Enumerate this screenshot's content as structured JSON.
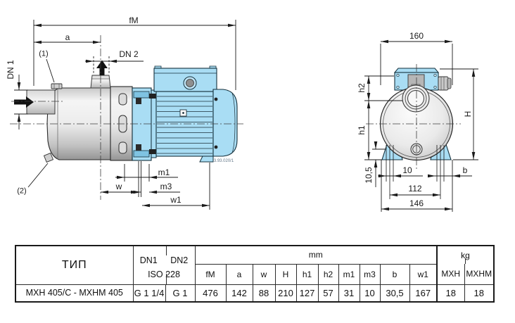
{
  "drawing": {
    "code": "3.93.020/1",
    "side_view": {
      "dim_total_length": "fM",
      "dim_a": "a",
      "dn1_label": "DN 1",
      "dn2_label": "DN 2",
      "callout_1": "(1)",
      "callout_2": "(2)",
      "dim_m1": "m1",
      "dim_w": "w",
      "dim_m3": "m3",
      "dim_w1": "w1"
    },
    "front_view": {
      "dim_width": "160",
      "dim_h2": "h2",
      "dim_h1": "h1",
      "dim_H": "H",
      "dim_foot_offset": "10,5",
      "dim_hole": "10",
      "dim_b": "b",
      "dim_bolt_span": "112",
      "dim_base_width": "146"
    },
    "colors": {
      "motor_blue": "#a9ddf4",
      "line": "#1a1a1a",
      "steel_light": "#f5f5f5",
      "steel_dark": "#949494"
    }
  },
  "table": {
    "type_header": "ТИП",
    "dn1_header": "DN1",
    "dn2_header": "DN2",
    "iso_header": "ISO 228",
    "mm_header": "mm",
    "kg_header": "kg",
    "mm_columns": [
      "fM",
      "a",
      "w",
      "H",
      "h1",
      "h2",
      "m1",
      "m3",
      "b",
      "w1"
    ],
    "kg_columns": [
      "MXH",
      "MXHM"
    ],
    "row": {
      "type": "MXH 405/C - MXHM 405",
      "dn1": "G 1 1/4",
      "dn2": "G 1",
      "mm": [
        "476",
        "142",
        "88",
        "210",
        "127",
        "57",
        "31",
        "10",
        "30,5",
        "167"
      ],
      "kg": [
        "18",
        "18"
      ]
    }
  }
}
